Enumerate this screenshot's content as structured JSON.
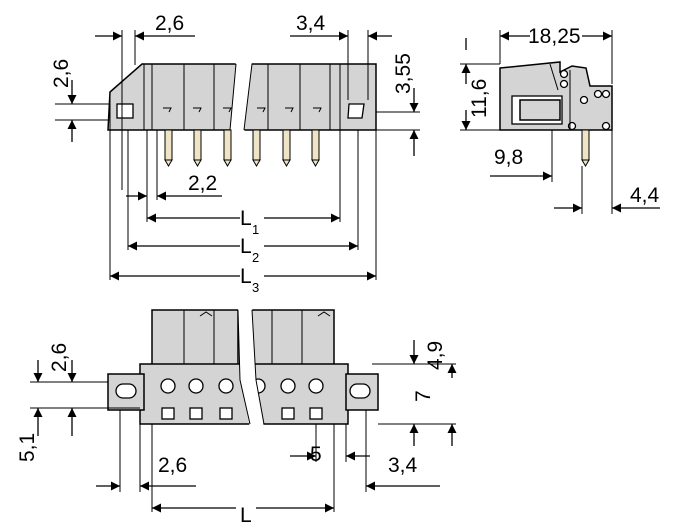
{
  "figure": {
    "dims": {
      "top_pitch_left": "2,6",
      "top_pitch_right": "3,4",
      "top_height_left": "2,6",
      "top_height_right": "3,55",
      "pin_offset": "2,2",
      "len1": "L",
      "len1_sub": "1",
      "len2": "L",
      "len2_sub": "2",
      "len3": "L",
      "len3_sub": "3",
      "side_width": "18,25",
      "side_height": "11,6",
      "side_depth": "9,8",
      "side_pin": "4,4",
      "bottom_height_left": "2,6",
      "bottom_height_low": "5,1",
      "bottom_right_high": "4,9",
      "bottom_right_low": "7",
      "bottom_left_pitch": "2,6",
      "bottom_pitch": "5",
      "bottom_right_pitch": "3,4",
      "bottom_length": "L"
    }
  }
}
